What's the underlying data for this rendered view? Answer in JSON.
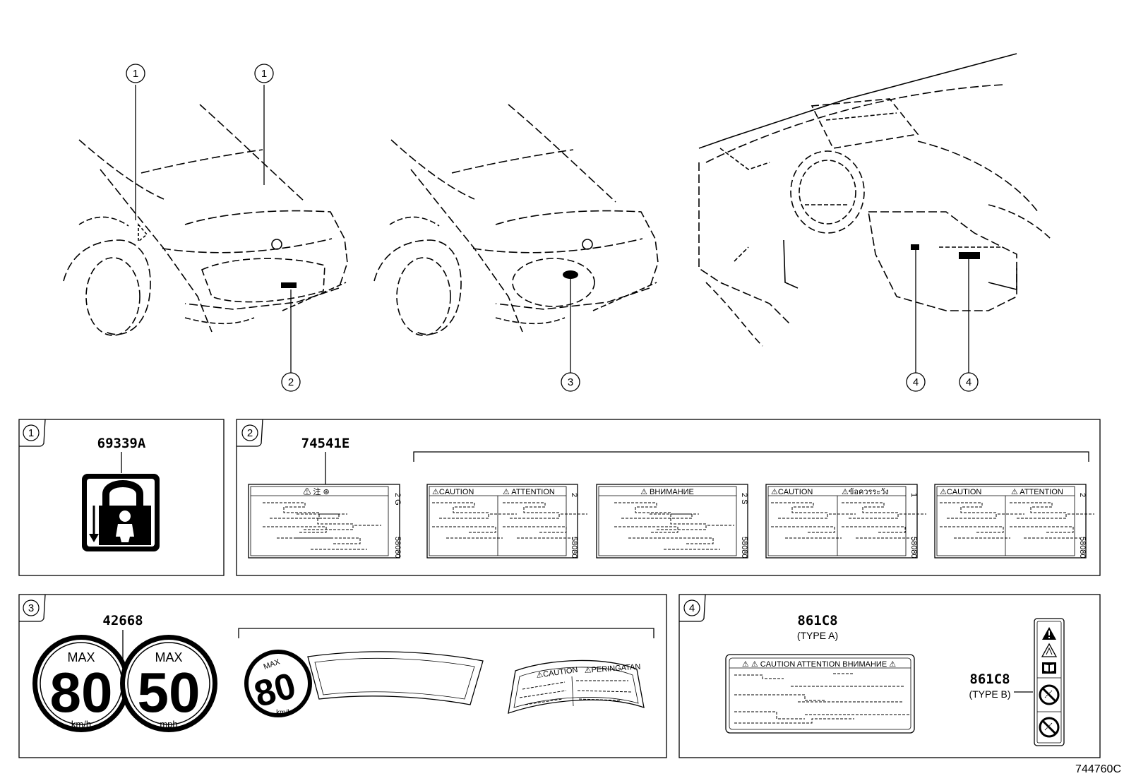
{
  "callouts": {
    "c1": "1",
    "c2": "2",
    "c3": "3",
    "c4": "4"
  },
  "panel1": {
    "part_number": "69339A"
  },
  "panel2": {
    "part_number": "74541E",
    "label_a": {
      "head": "⚠   注   ⊛",
      "side_top": "2 G",
      "side_bot": "58080"
    },
    "label_b": {
      "head_left": "⚠CAUTION",
      "head_right": "⚠ ATTENTION",
      "side_top": "2",
      "side_bot": "58080"
    },
    "label_c": {
      "head": "⚠ ВНИМАНИЕ",
      "side_top": "2 S",
      "side_bot": "58080"
    },
    "label_d": {
      "head_left": "⚠CAUTION",
      "head_right": "⚠ข้อควรระวัง",
      "side_top": "1",
      "side_bot": "58080"
    },
    "label_e": {
      "head_left": "⚠CAUTION",
      "head_right": "⚠ ATTENTION",
      "side_top": "2",
      "side_bot": "58080"
    }
  },
  "panel3": {
    "part_number": "42668",
    "sign1": {
      "max": "MAX",
      "value": "80",
      "unit": "km/h"
    },
    "sign2": {
      "max": "MAX",
      "value": "50",
      "unit": "mph"
    },
    "curved_sign": {
      "max": "MAX",
      "value": "80",
      "unit": "km/h"
    },
    "curved_label": {
      "left": "⚠CAUTION",
      "right": "⚠PERINGATAN"
    }
  },
  "panel4": {
    "type_a": {
      "part_number": "861C8",
      "type": "(TYPE A)",
      "head": "⚠ ⚠ CAUTION ATTENTION ВНИМАНИЕ ⚠"
    },
    "type_b": {
      "part_number": "861C8",
      "type": "(TYPE B)"
    }
  },
  "figure_id": "744760C"
}
